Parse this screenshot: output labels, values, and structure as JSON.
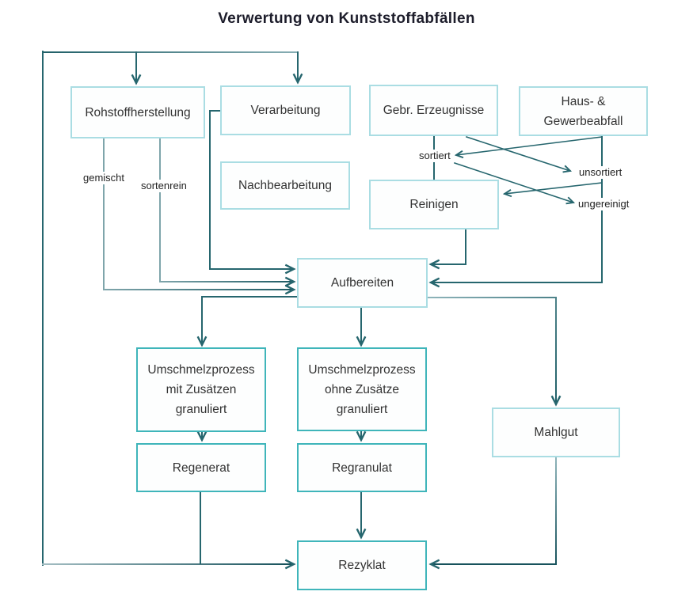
{
  "title": "Verwertung von Kunststoffabfällen",
  "nodes": {
    "rohstoffherstellung": "Rohstoffherstellung",
    "verarbeitung": "Verarbeitung",
    "gebr_erzeugnisse": "Gebr. Erzeugnisse",
    "haus_gewerbeabfall": "Haus- & Gewerbeabfall",
    "nachbearbeitung": "Nachbearbeitung",
    "reinigen": "Reinigen",
    "aufbereiten": "Aufbereiten",
    "umschmelz_mit": "Umschmelzprozess mit Zusätzen granuliert",
    "umschmelz_ohne": "Umschmelzprozess ohne Zusätze granuliert",
    "mahlgut": "Mahlgut",
    "regenerat": "Regenerat",
    "regranulat": "Regranulat",
    "rezyklat": "Rezyklat"
  },
  "edge_labels": {
    "gemischt": "gemischt",
    "sortenrein": "sortenrein",
    "sortiert": "sortiert",
    "unsortiert": "unsortiert",
    "ungereinigt": "ungereinigt"
  },
  "colors": {
    "line_dark": "#26666e",
    "line_light": "#8fb4ba",
    "box_border_light": "#aadde3",
    "box_border_teal": "#3fb5ba",
    "box_background": "#fdfefe",
    "text": "#333333",
    "title_text": "#1d1d2b",
    "background": "#ffffff"
  }
}
